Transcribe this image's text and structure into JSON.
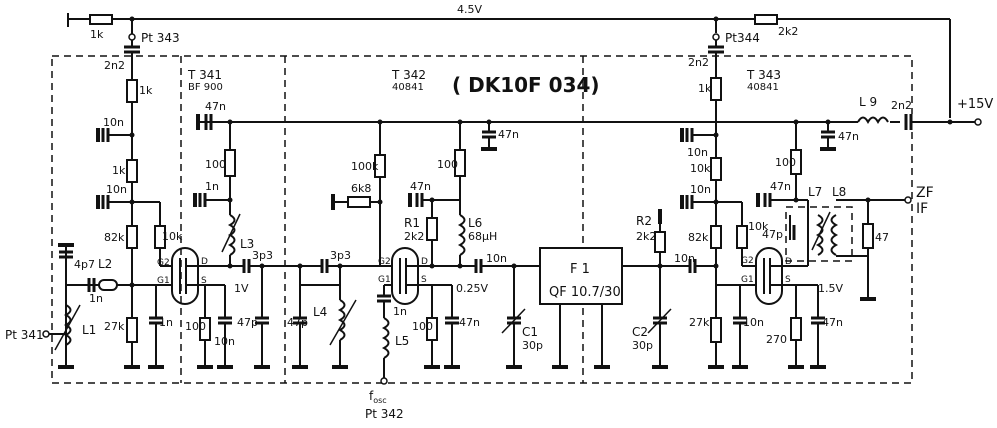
{
  "rail": {
    "voltage": "4.5V",
    "r_left": "1k",
    "r_right": "2k2"
  },
  "testpoints": {
    "pt341": "Pt 341",
    "pt342": "Pt 342",
    "pt343": "Pt 343",
    "pt344": "Pt344"
  },
  "title": "( DK10F 034)",
  "transistors": {
    "t341": {
      "name": "T 341",
      "type": "BF 900"
    },
    "t342": {
      "name": "T 342",
      "type": "40841"
    },
    "t343": {
      "name": "T 343",
      "type": "40841"
    }
  },
  "supply": {
    "label": "+15V",
    "l9": "L 9",
    "c_out": "2n2"
  },
  "output": {
    "zf": "ZF",
    "if": "IF"
  },
  "osc": {
    "f": "f",
    "sub": "osc"
  },
  "filter": {
    "name": "F 1",
    "part": "QF 10.7/30"
  },
  "pins": {
    "g1": "G1",
    "g2": "G2",
    "d": "D",
    "s": "S"
  },
  "labels": {
    "c2n2": "2n2",
    "r1k": "1k",
    "c10n": "10n",
    "r82k": "82k",
    "r27k": "27k",
    "c1n": "1n",
    "r10k": "10k",
    "c4p7": "4p7",
    "l2": "L2",
    "l1": "L1",
    "c47n": "47n",
    "r100": "100",
    "l3": "L3",
    "c3p3": "3p3",
    "v1": "1V",
    "c47p": "47p",
    "l4": "L4",
    "r100k": "100k",
    "r6k8": "6k8",
    "r1": "R1",
    "r2k2": "2k2",
    "l6": "L6",
    "l6_val": "68μH",
    "l5": "L5",
    "v025": "0.25V",
    "c1": "C1",
    "c30p": "30p",
    "r2": "R2",
    "c2": "C2",
    "l7": "L7",
    "l8": "L8",
    "r47": "47",
    "v15": "1.5V",
    "r270": "270"
  }
}
